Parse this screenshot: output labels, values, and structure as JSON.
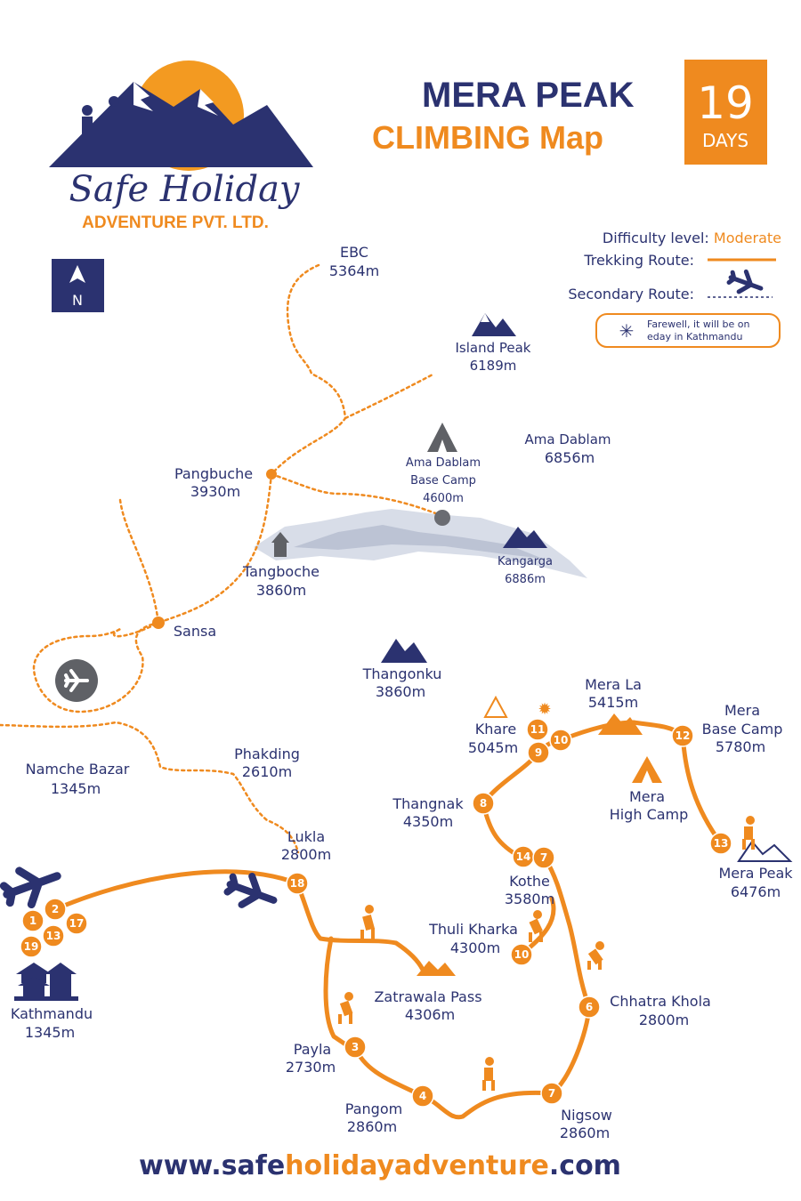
{
  "brand": {
    "name": "Safe Holiday",
    "company": "ADVENTURE PVT. LTD."
  },
  "title": {
    "line1": "MERA PEAK",
    "line2": "CLIMBING Map"
  },
  "days_badge": {
    "number": "19",
    "label": "DAYS"
  },
  "compass": {
    "letter": "N",
    "icon": "north-arrow-icon"
  },
  "legend": {
    "difficulty_label": "Difficulty level:",
    "difficulty_value": "Moderate",
    "trekking_route": "Trekking Route:",
    "secondary_route": "Secondary Route:",
    "farewell_line1": "Farewell, it will be on",
    "farewell_line2": "eday in Kathmandu"
  },
  "places": {
    "ebc": {
      "name": "EBC",
      "alt": "5364m"
    },
    "island_peak": {
      "name": "Island Peak",
      "alt": "6189m"
    },
    "ama_dablam": {
      "name": "Ama Dablam",
      "alt": "6856m"
    },
    "ama_dablam_bc": {
      "line1": "Ama Dablam",
      "line2": "Base Camp",
      "alt": "4600m"
    },
    "pangbuche": {
      "name": "Pangbuche",
      "alt": "3930m"
    },
    "tangboche": {
      "name": "Tangboche",
      "alt": "3860m"
    },
    "kangarga": {
      "name": "Kangarga",
      "alt": "6886m"
    },
    "sansa": {
      "name": "Sansa"
    },
    "thangonku": {
      "name": "Thangonku",
      "alt": "3860m"
    },
    "mera_la": {
      "name": "Mera La",
      "alt": "5415m"
    },
    "khare": {
      "name": "Khare",
      "alt": "5045m"
    },
    "mera_bc": {
      "line1": "Mera",
      "line2": "Base Camp",
      "alt": "5780m"
    },
    "mera_hc": {
      "line1": "Mera",
      "line2": "High Camp"
    },
    "namche": {
      "name": "Namche Bazar",
      "alt": "1345m"
    },
    "phakding": {
      "name": "Phakding",
      "alt": "2610m"
    },
    "thangnak": {
      "name": "Thangnak",
      "alt": "4350m"
    },
    "lukla": {
      "name": "Lukla",
      "alt": "2800m"
    },
    "kothe": {
      "name": "Kothe",
      "alt": "3580m"
    },
    "mera_peak": {
      "name": "Mera Peak",
      "alt": "6476m"
    },
    "thuli_kharka": {
      "name": "Thuli Kharka",
      "alt": "4300m"
    },
    "kathmandu": {
      "name": "Kathmandu",
      "alt": "1345m"
    },
    "zatrawala": {
      "name": "Zatrawala Pass",
      "alt": "4306m"
    },
    "chhatra_khola": {
      "name": "Chhatra Khola",
      "alt": "2800m"
    },
    "payla": {
      "name": "Payla",
      "alt": "2730m"
    },
    "pangom": {
      "name": "Pangom",
      "alt": "2860m"
    },
    "nigsow": {
      "name": "Nigsow",
      "alt": "2860m"
    }
  },
  "stops": [
    "1",
    "2",
    "17",
    "19",
    "13",
    "18",
    "3",
    "4",
    "7",
    "6",
    "10",
    "14",
    "7",
    "8",
    "9",
    "11",
    "10",
    "12",
    "13"
  ],
  "website": {
    "part1": "www.safe",
    "part2": "holidayadventure",
    "part3": ".com"
  }
}
